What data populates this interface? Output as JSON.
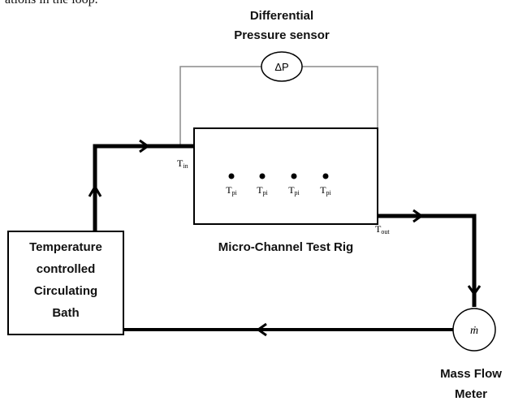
{
  "top_caption_fragment": "ations in the loop.",
  "pressure_sensor": {
    "label_line1": "Differential",
    "label_line2": "Pressure sensor",
    "symbol": "ΔP"
  },
  "test_rig": {
    "label": "Micro-Channel Test Rig",
    "inlet_temp": {
      "main": "T",
      "sub": "in"
    },
    "outlet_temp": {
      "main": "T",
      "sub": "out"
    },
    "probes": [
      {
        "main": "T",
        "sub": "pi"
      },
      {
        "main": "T",
        "sub": "pi"
      },
      {
        "main": "T",
        "sub": "pi"
      },
      {
        "main": "T",
        "sub": "pi"
      }
    ]
  },
  "bath": {
    "lines": [
      "Temperature",
      "controlled",
      "Circulating",
      "Bath"
    ]
  },
  "flow_meter": {
    "symbol": "ṁ",
    "label_line1": "Mass Flow",
    "label_line2": "Meter"
  },
  "colors": {
    "pipe": "#000000",
    "sensor_line": "#8a8a8a",
    "box_border": "#000000"
  }
}
